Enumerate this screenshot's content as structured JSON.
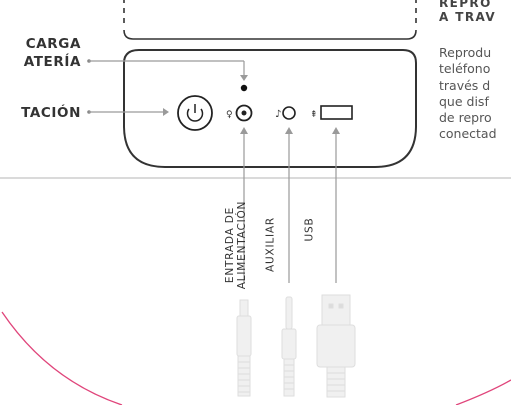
{
  "labels": {
    "battery_line1": "CARGA",
    "battery_line2": "ATERÍA",
    "power": "TACIÓN",
    "input_line1": "ENTRADA DE",
    "input_line2": "ALIMENTACIÓN",
    "aux": "AUXILIAR",
    "usb": "USB"
  },
  "right_panel": {
    "title_line1": "REPRO",
    "title_line2": "A TRAV",
    "body": [
      "Reprodu",
      "teléfono",
      "través d",
      "que disf",
      "de repro",
      "conectad"
    ]
  },
  "colors": {
    "accent_curve": "#e0457b",
    "outline": "#333333",
    "leader": "#9a9a9a"
  }
}
